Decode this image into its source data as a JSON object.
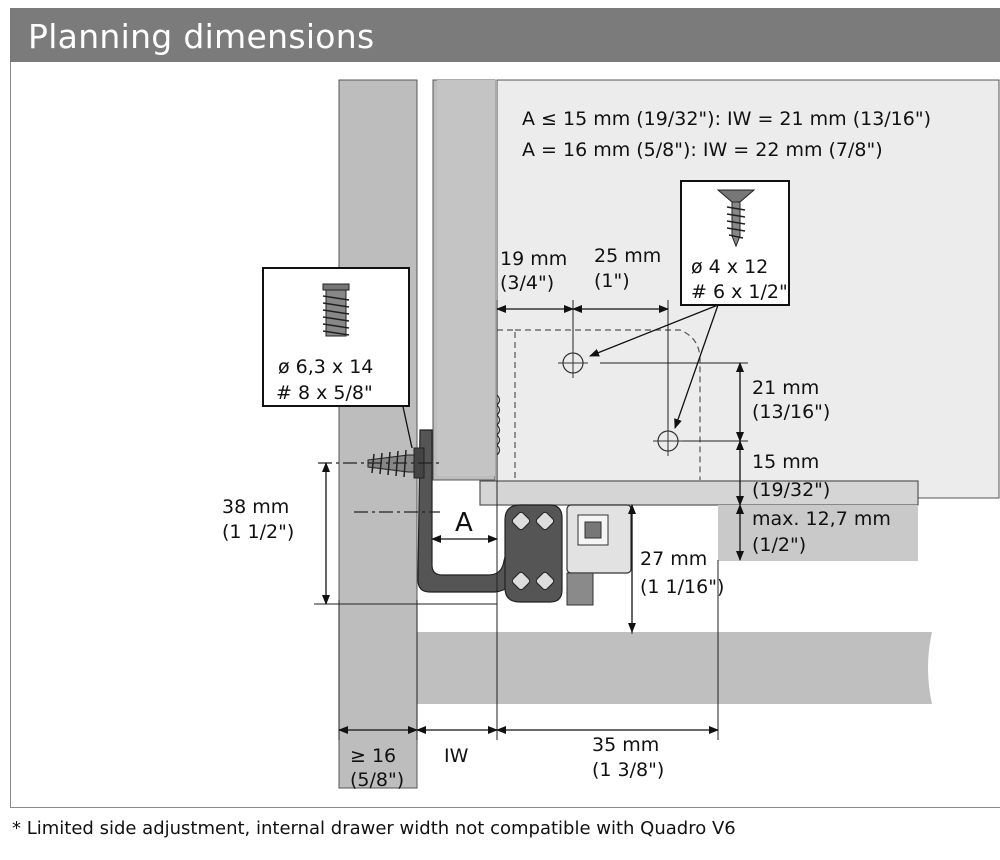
{
  "header": {
    "title": "Planning dimensions"
  },
  "formula": {
    "line1": "A ≤ 15 mm (19/32\"): IW = 21 mm (13/16\")",
    "line2": "A = 16 mm (5/8\"): IW = 22 mm (7/8\")"
  },
  "screw_large": {
    "line1": "ø 6,3 x 14",
    "line2": "# 8 x 5/8\""
  },
  "screw_small": {
    "line1": "ø 4 x 12",
    "line2": "# 6 x 1/2\""
  },
  "dims": {
    "d19_mm": "19 mm",
    "d19_in": "(3/4\")",
    "d25_mm": "25 mm",
    "d25_in": "(1\")",
    "d21_mm": "21 mm",
    "d21_in": "(13/16\")",
    "d15_mm": "15 mm",
    "d15_in": "(19/32\")",
    "dmax_mm": "max. 12,7 mm",
    "dmax_in": "(1/2\")",
    "d27_mm": "27 mm",
    "d27_in": "(1 1/16\")",
    "d38_mm": "38 mm",
    "d38_in": "(1 1/2\")",
    "d16_mm": "≥ 16",
    "d16_in": "(5/8\")",
    "iw": "IW",
    "a": "A",
    "d35_mm": "35 mm",
    "d35_in": "(1 3/8\")"
  },
  "footnote": "* Limited side adjustment, internal drawer width not compatible with Quadro V6"
}
